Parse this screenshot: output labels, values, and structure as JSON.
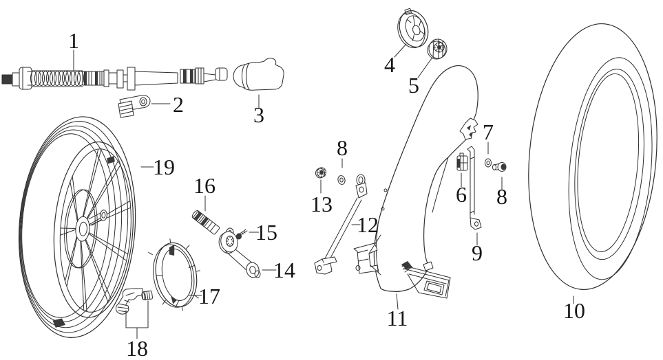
{
  "figure": {
    "background": "#ffffff",
    "line_color": "#2e2e2e",
    "dark_fill_color": "#3a3a3a",
    "text_color": "#151515",
    "labels": {
      "l1": "1",
      "l2": "2",
      "l3": "3",
      "l4": "4",
      "l5": "5",
      "l6": "6",
      "l7": "7",
      "l8a": "8",
      "l8b": "8",
      "l9": "9",
      "l10": "10",
      "l11": "11",
      "l12": "12",
      "l13": "13",
      "l14": "14",
      "l15": "15",
      "l16": "16",
      "l17": "17",
      "l18": "18",
      "l19": "19"
    }
  }
}
